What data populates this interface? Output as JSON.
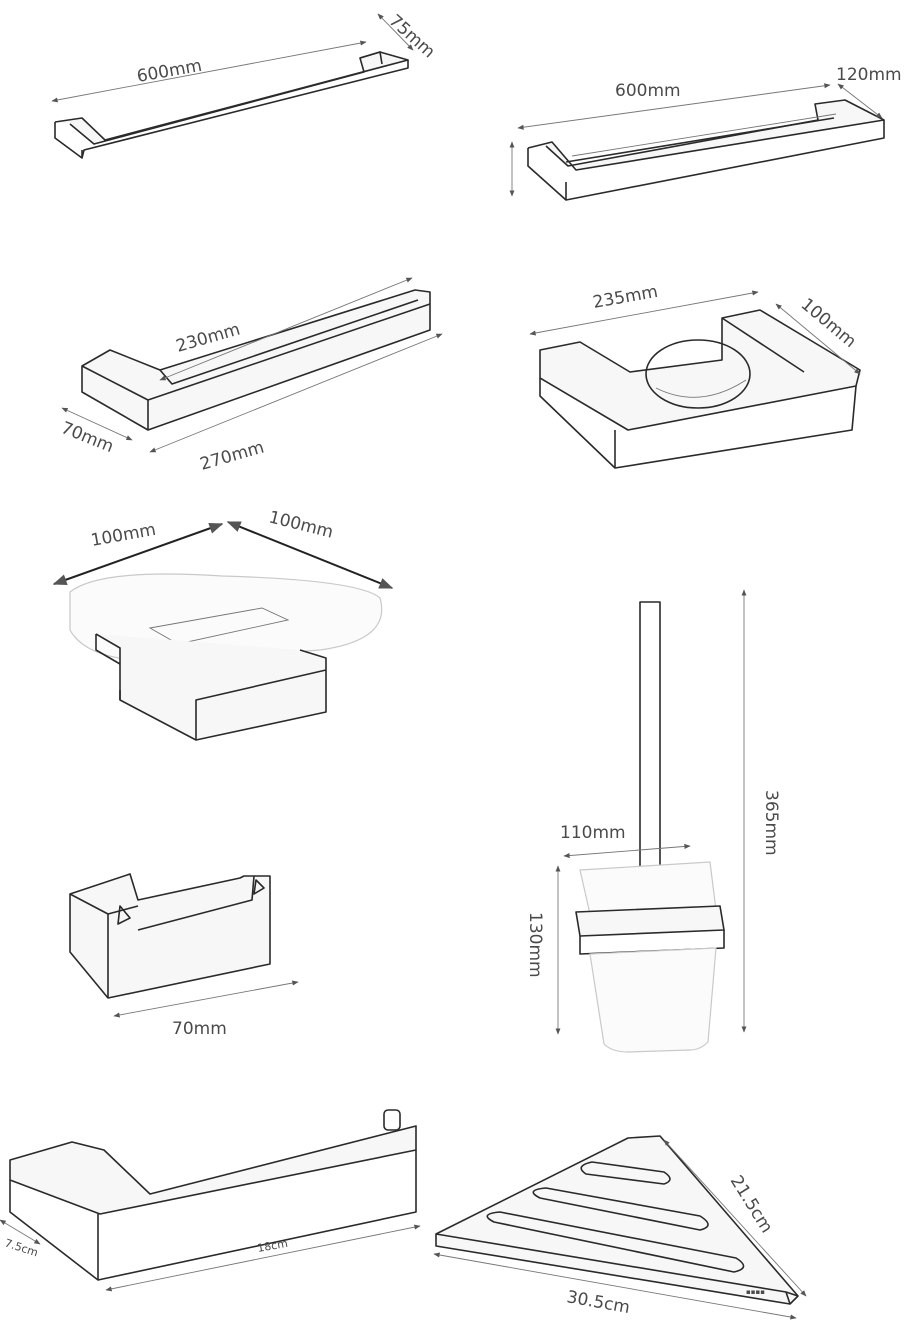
{
  "products": {
    "towel_bar_single": {
      "length": "600mm",
      "depth": "75mm"
    },
    "towel_bar_double": {
      "length": "600mm",
      "depth": "120mm"
    },
    "towel_ring": {
      "inner": "230mm",
      "outer": "270mm",
      "depth": "70mm"
    },
    "soap_dish": {
      "length": "235mm",
      "depth": "100mm"
    },
    "glass_soap_dish": {
      "width": "100mm",
      "depth": "100mm"
    },
    "toilet_brush": {
      "width": "110mm",
      "cup_height": "130mm",
      "total_height": "365mm"
    },
    "robe_hook": {
      "length": "70mm"
    },
    "paper_holder": {
      "depth": "7.5cm",
      "length": "18cm"
    },
    "corner_shelf": {
      "side": "21.5cm",
      "front": "30.5cm"
    }
  },
  "icons": [
    "arrow-line"
  ]
}
